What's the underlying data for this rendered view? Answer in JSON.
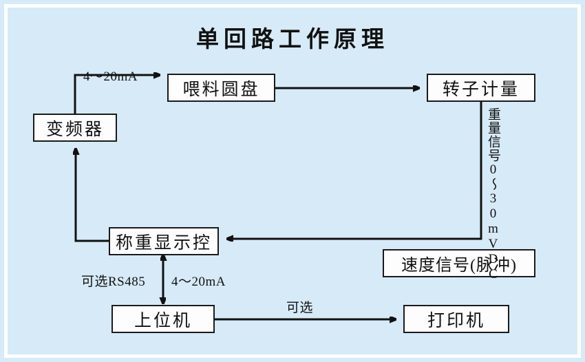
{
  "diagram": {
    "title": "单回路工作原理",
    "background_color": "#d6eaf8",
    "frame_color": "#ffffff",
    "line_color": "#111111",
    "node_fill": "#fdfdfd"
  },
  "nodes": {
    "inverter": "变频器",
    "feeder_disc": "喂料圆盘",
    "rotor_meter": "转子计量",
    "weighing_display": "称重显示控",
    "speed_signal": "速度信号(脉冲)",
    "host_computer": "上位机",
    "printer": "打印机"
  },
  "edge_labels": {
    "inverter_to_feeder": "4～20mA",
    "rotor_to_weighing": "重量信号0～30mVDC",
    "host_rs485": "可选RS485",
    "host_current": "4～20mA",
    "host_to_printer": "可选"
  }
}
